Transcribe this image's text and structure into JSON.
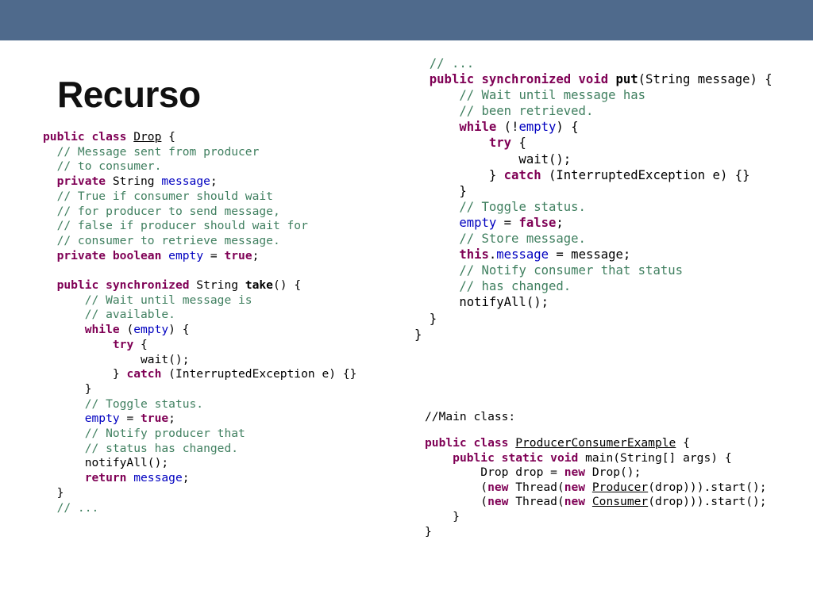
{
  "title": "Recurso",
  "colors": {
    "top_bar": "#4f6a8c",
    "keyword": "#7f0055",
    "comment": "#3f7f5f",
    "field": "#0000c0",
    "text": "#000000"
  },
  "code_blocks": {
    "drop_class": [
      [
        {
          "t": "public class ",
          "c": "kw"
        },
        {
          "t": "Drop",
          "c": "ul"
        },
        {
          "t": " {"
        }
      ],
      [
        {
          "t": "  "
        },
        {
          "t": "// Message sent from producer",
          "c": "cm"
        }
      ],
      [
        {
          "t": "  "
        },
        {
          "t": "// to consumer.",
          "c": "cm"
        }
      ],
      [
        {
          "t": "  "
        },
        {
          "t": "private",
          "c": "kw"
        },
        {
          "t": " String "
        },
        {
          "t": "message",
          "c": "fd"
        },
        {
          "t": ";"
        }
      ],
      [
        {
          "t": "  "
        },
        {
          "t": "// True if consumer should wait",
          "c": "cm"
        }
      ],
      [
        {
          "t": "  "
        },
        {
          "t": "// for producer to send message,",
          "c": "cm"
        }
      ],
      [
        {
          "t": "  "
        },
        {
          "t": "// false if producer should wait for",
          "c": "cm"
        }
      ],
      [
        {
          "t": "  "
        },
        {
          "t": "// consumer to retrieve message.",
          "c": "cm"
        }
      ],
      [
        {
          "t": "  "
        },
        {
          "t": "private boolean",
          "c": "kw"
        },
        {
          "t": " "
        },
        {
          "t": "empty",
          "c": "fd"
        },
        {
          "t": " = "
        },
        {
          "t": "true",
          "c": "kw"
        },
        {
          "t": ";"
        }
      ],
      [
        {
          "t": " "
        }
      ],
      [
        {
          "t": "  "
        },
        {
          "t": "public synchronized",
          "c": "kw"
        },
        {
          "t": " String "
        },
        {
          "t": "take",
          "c": "mb"
        },
        {
          "t": "() {"
        }
      ],
      [
        {
          "t": "      "
        },
        {
          "t": "// Wait until message is",
          "c": "cm"
        }
      ],
      [
        {
          "t": "      "
        },
        {
          "t": "// available.",
          "c": "cm"
        }
      ],
      [
        {
          "t": "      "
        },
        {
          "t": "while",
          "c": "kw"
        },
        {
          "t": " ("
        },
        {
          "t": "empty",
          "c": "fd"
        },
        {
          "t": ") {"
        }
      ],
      [
        {
          "t": "          "
        },
        {
          "t": "try",
          "c": "kw"
        },
        {
          "t": " {"
        }
      ],
      [
        {
          "t": "              wait();"
        }
      ],
      [
        {
          "t": "          } "
        },
        {
          "t": "catch",
          "c": "kw"
        },
        {
          "t": " (InterruptedException e) {}"
        }
      ],
      [
        {
          "t": "      }"
        }
      ],
      [
        {
          "t": "      "
        },
        {
          "t": "// Toggle status.",
          "c": "cm"
        }
      ],
      [
        {
          "t": "      "
        },
        {
          "t": "empty",
          "c": "fd"
        },
        {
          "t": " = "
        },
        {
          "t": "true",
          "c": "kw"
        },
        {
          "t": ";"
        }
      ],
      [
        {
          "t": "      "
        },
        {
          "t": "// Notify producer that",
          "c": "cm"
        }
      ],
      [
        {
          "t": "      "
        },
        {
          "t": "// status has changed.",
          "c": "cm"
        }
      ],
      [
        {
          "t": "      notifyAll();"
        }
      ],
      [
        {
          "t": "      "
        },
        {
          "t": "return",
          "c": "kw"
        },
        {
          "t": " "
        },
        {
          "t": "message",
          "c": "fd"
        },
        {
          "t": ";"
        }
      ],
      [
        {
          "t": "  }"
        }
      ],
      [
        {
          "t": "  "
        },
        {
          "t": "// ...",
          "c": "cm"
        }
      ]
    ],
    "put_method": [
      [
        {
          "t": "  "
        },
        {
          "t": "// ...",
          "c": "cm"
        }
      ],
      [
        {
          "t": "  "
        },
        {
          "t": "public synchronized void",
          "c": "kw"
        },
        {
          "t": " "
        },
        {
          "t": "put",
          "c": "mb"
        },
        {
          "t": "(String message) {"
        }
      ],
      [
        {
          "t": "      "
        },
        {
          "t": "// Wait until message has",
          "c": "cm"
        }
      ],
      [
        {
          "t": "      "
        },
        {
          "t": "// been retrieved.",
          "c": "cm"
        }
      ],
      [
        {
          "t": "      "
        },
        {
          "t": "while",
          "c": "kw"
        },
        {
          "t": " (!"
        },
        {
          "t": "empty",
          "c": "fd"
        },
        {
          "t": ") {"
        }
      ],
      [
        {
          "t": "          "
        },
        {
          "t": "try",
          "c": "kw"
        },
        {
          "t": " {"
        }
      ],
      [
        {
          "t": "              wait();"
        }
      ],
      [
        {
          "t": "          } "
        },
        {
          "t": "catch",
          "c": "kw"
        },
        {
          "t": " (InterruptedException e) {}"
        }
      ],
      [
        {
          "t": "      }"
        }
      ],
      [
        {
          "t": "      "
        },
        {
          "t": "// Toggle status.",
          "c": "cm"
        }
      ],
      [
        {
          "t": "      "
        },
        {
          "t": "empty",
          "c": "fd"
        },
        {
          "t": " = "
        },
        {
          "t": "false",
          "c": "kw"
        },
        {
          "t": ";"
        }
      ],
      [
        {
          "t": "      "
        },
        {
          "t": "// Store message.",
          "c": "cm"
        }
      ],
      [
        {
          "t": "      "
        },
        {
          "t": "this",
          "c": "kw"
        },
        {
          "t": "."
        },
        {
          "t": "message",
          "c": "fd"
        },
        {
          "t": " = message;"
        }
      ],
      [
        {
          "t": "      "
        },
        {
          "t": "// Notify consumer that status",
          "c": "cm"
        }
      ],
      [
        {
          "t": "      "
        },
        {
          "t": "// has changed.",
          "c": "cm"
        }
      ],
      [
        {
          "t": "      notifyAll();"
        }
      ],
      [
        {
          "t": "  }"
        }
      ],
      [
        {
          "t": "}"
        }
      ]
    ],
    "main_comment": [
      [
        {
          "t": "//Main class:"
        }
      ]
    ],
    "main_class": [
      [
        {
          "t": "public class ",
          "c": "kw"
        },
        {
          "t": "ProducerConsumerExample",
          "c": "ul"
        },
        {
          "t": " {"
        }
      ],
      [
        {
          "t": "    "
        },
        {
          "t": "public static void",
          "c": "kw"
        },
        {
          "t": " main(String[] args) {"
        }
      ],
      [
        {
          "t": "        Drop drop = "
        },
        {
          "t": "new",
          "c": "kw"
        },
        {
          "t": " Drop();"
        }
      ],
      [
        {
          "t": "        ("
        },
        {
          "t": "new",
          "c": "kw"
        },
        {
          "t": " Thread("
        },
        {
          "t": "new",
          "c": "kw"
        },
        {
          "t": " "
        },
        {
          "t": "Producer",
          "c": "ul"
        },
        {
          "t": "(drop))).start();"
        }
      ],
      [
        {
          "t": "        ("
        },
        {
          "t": "new",
          "c": "kw"
        },
        {
          "t": " Thread("
        },
        {
          "t": "new",
          "c": "kw"
        },
        {
          "t": " "
        },
        {
          "t": "Consumer",
          "c": "ul"
        },
        {
          "t": "(drop))).start();"
        }
      ],
      [
        {
          "t": "    }"
        }
      ],
      [
        {
          "t": "}"
        }
      ]
    ]
  }
}
